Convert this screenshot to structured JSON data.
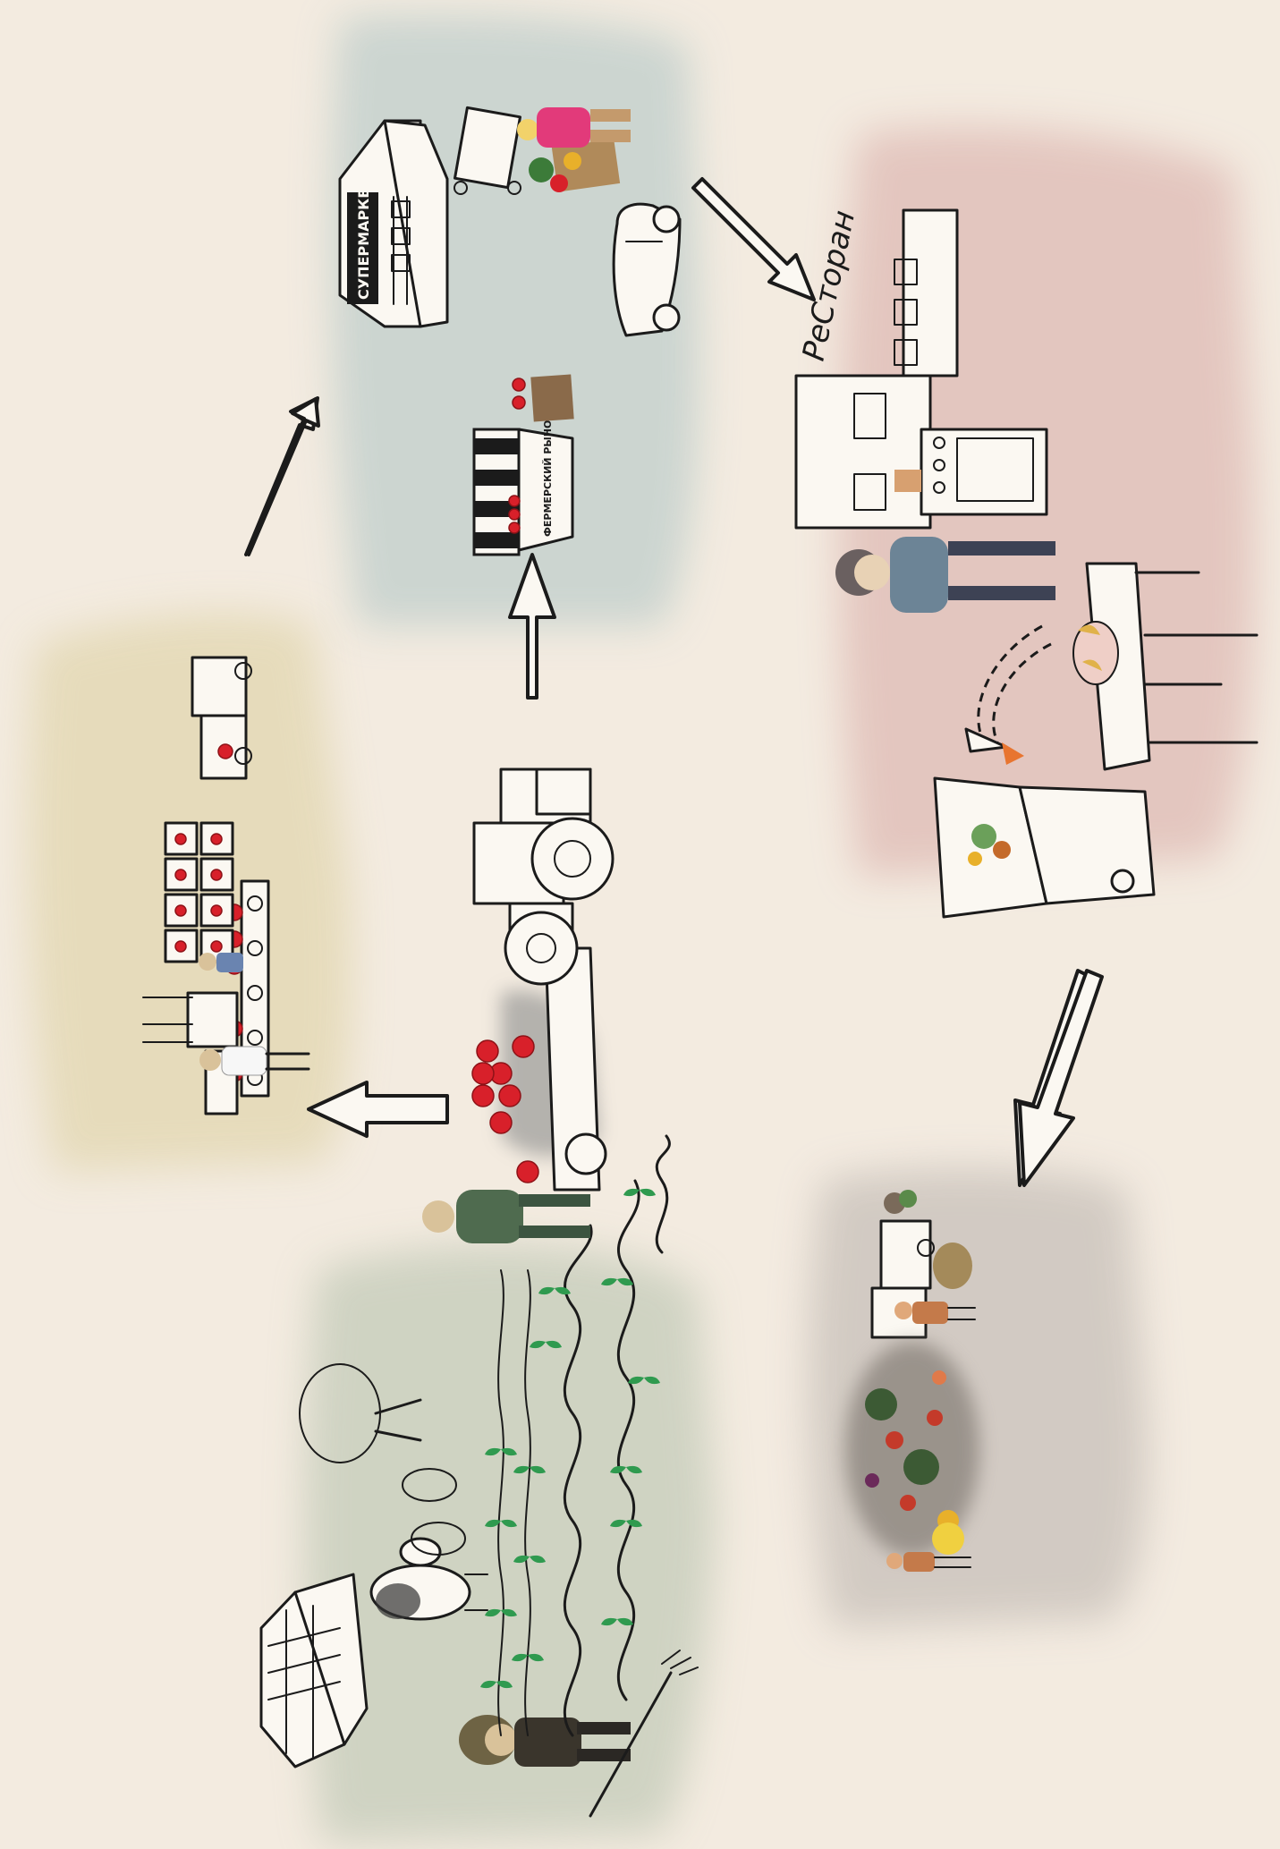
{
  "labels": {
    "supermarket_sign": "СУПЕРМАРКЕТ",
    "farmers_market_sign": "ФЕРМЕРСКИЙ РЫНОК",
    "restaurant_sign": "РеСторан"
  },
  "colors": {
    "background": "#f3ebe0",
    "farm_wash": "#c9cfbd",
    "factory_wash": "#e4d9b5",
    "retail_wash": "#c8d3cf",
    "restaurant_wash": "#e2c3bc",
    "waste_wash": "#cfc7c0",
    "tomato": "#d8202a",
    "sprout": "#2f9a4f",
    "arrow_fill": "#fbf8f2",
    "ink": "#1b1b1b"
  },
  "icons": [
    "farmhouse-icon",
    "tree-icon",
    "cow-icon",
    "farmer-icon",
    "tractor-icon",
    "conveyor-icon",
    "truck-icon",
    "supermarket-icon",
    "market-stall-icon",
    "car-icon",
    "shopping-cart-icon",
    "restaurant-icon",
    "stove-icon",
    "table-icon",
    "trash-bin-icon",
    "garbage-truck-icon",
    "food-waste-pile-icon"
  ]
}
